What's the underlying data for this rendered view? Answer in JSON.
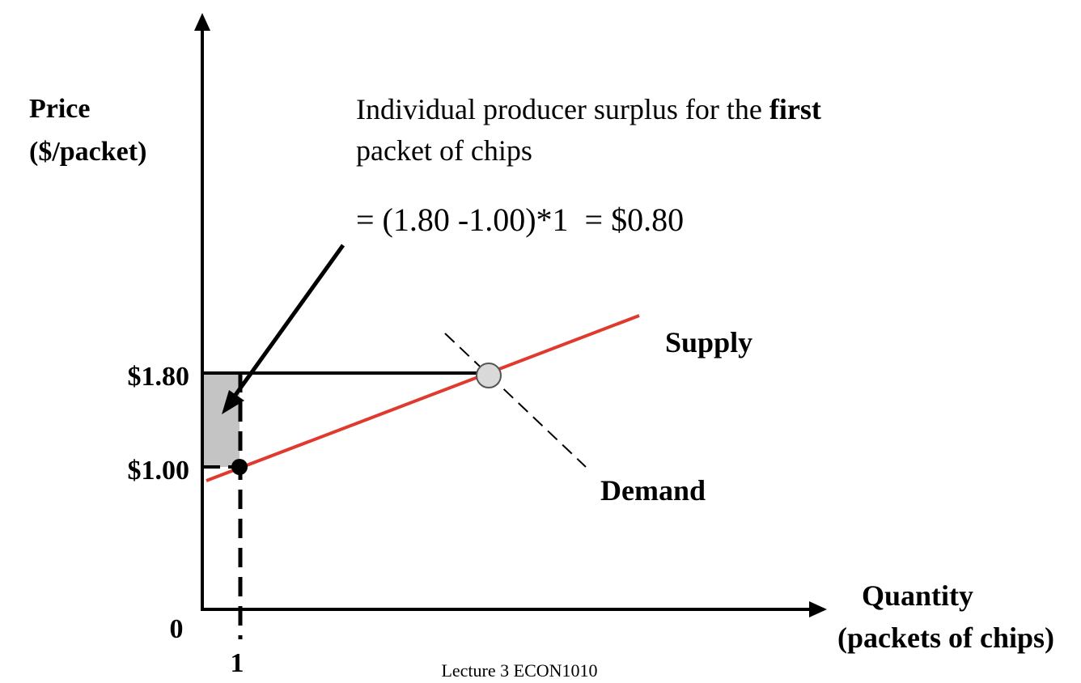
{
  "diagram": {
    "y_axis_label": [
      "Price",
      "($/packet)"
    ],
    "x_axis_label": [
      "Quantity",
      "(packets of chips)"
    ],
    "origin_label": "0",
    "tick_x_1": "1",
    "price_high": "$1.80",
    "price_low": "$1.00",
    "supply_label": "Supply",
    "demand_label": "Demand",
    "annotation": {
      "line1_prefix": "Individual producer surplus for the ",
      "line1_bold": "first",
      "line2": "packet of chips",
      "line3": "= (1.80 -1.00)*1  = $0.80"
    },
    "footer": "Lecture 3 ECON1010",
    "colors": {
      "supply": "#e03a2f",
      "surplus_fill": "#c4c4c4",
      "equilibrium_fill": "#d9d9d9",
      "axes": "#000000"
    }
  }
}
